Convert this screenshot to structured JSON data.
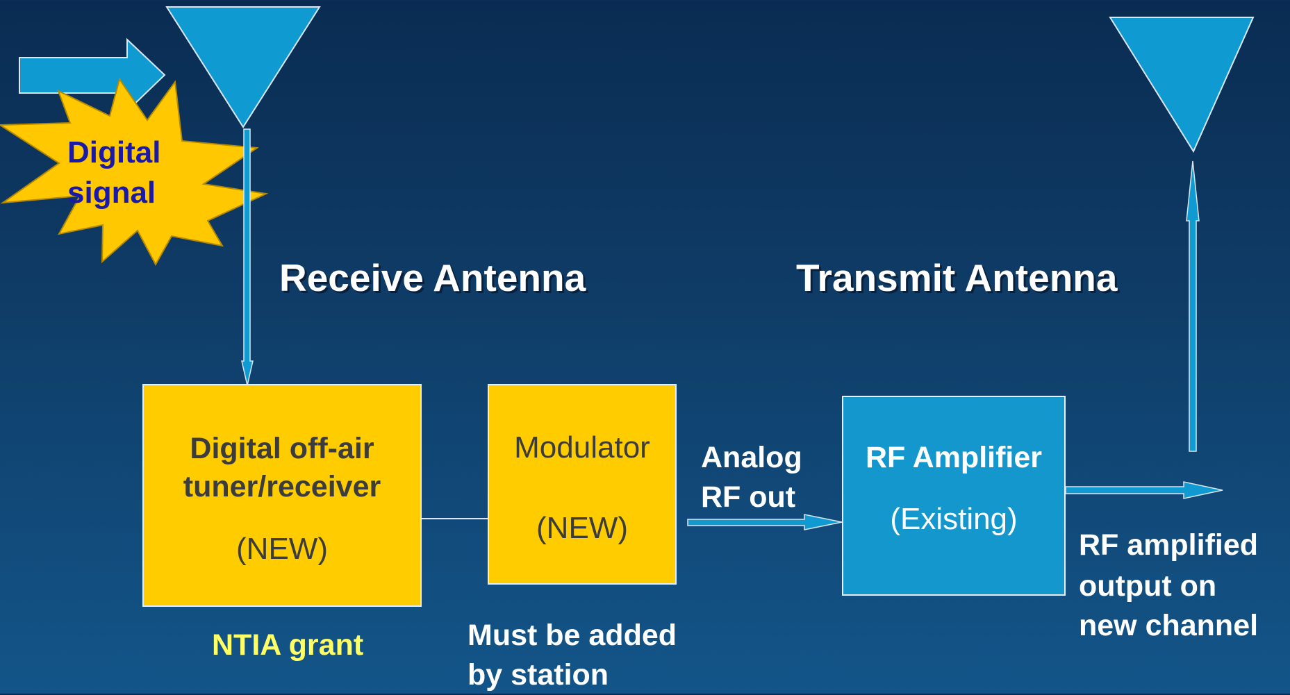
{
  "burst": {
    "line1": "Digital",
    "line2": "signal"
  },
  "headings": {
    "receive": "Receive Antenna",
    "transmit": "Transmit Antenna"
  },
  "boxes": {
    "tuner": {
      "line1": "Digital off-air",
      "line2": "tuner/receiver",
      "status": "(NEW)"
    },
    "modulator": {
      "title": "Modulator",
      "status": "(NEW)"
    },
    "amplifier": {
      "title": "RF Amplifier",
      "status": "(Existing)"
    }
  },
  "labels": {
    "ntia_grant": "NTIA grant",
    "must_added_line1": "Must be added",
    "must_added_line2": "by station",
    "analog_line1": "Analog",
    "analog_line2": "RF out",
    "rf_out_line1": "RF amplified",
    "rf_out_line2": "output on",
    "rf_out_line3": "new channel"
  },
  "colors": {
    "background_top": "#0a2c52",
    "background_bottom": "#135589",
    "antenna": "#0f9bd2",
    "box_new": "#ffcc00",
    "box_existing": "#1497cc",
    "burst": "#ffc800",
    "burst_text": "#1a1aa6",
    "ntia_text": "#ffff66",
    "box_text_dark": "#3c3c3c"
  }
}
